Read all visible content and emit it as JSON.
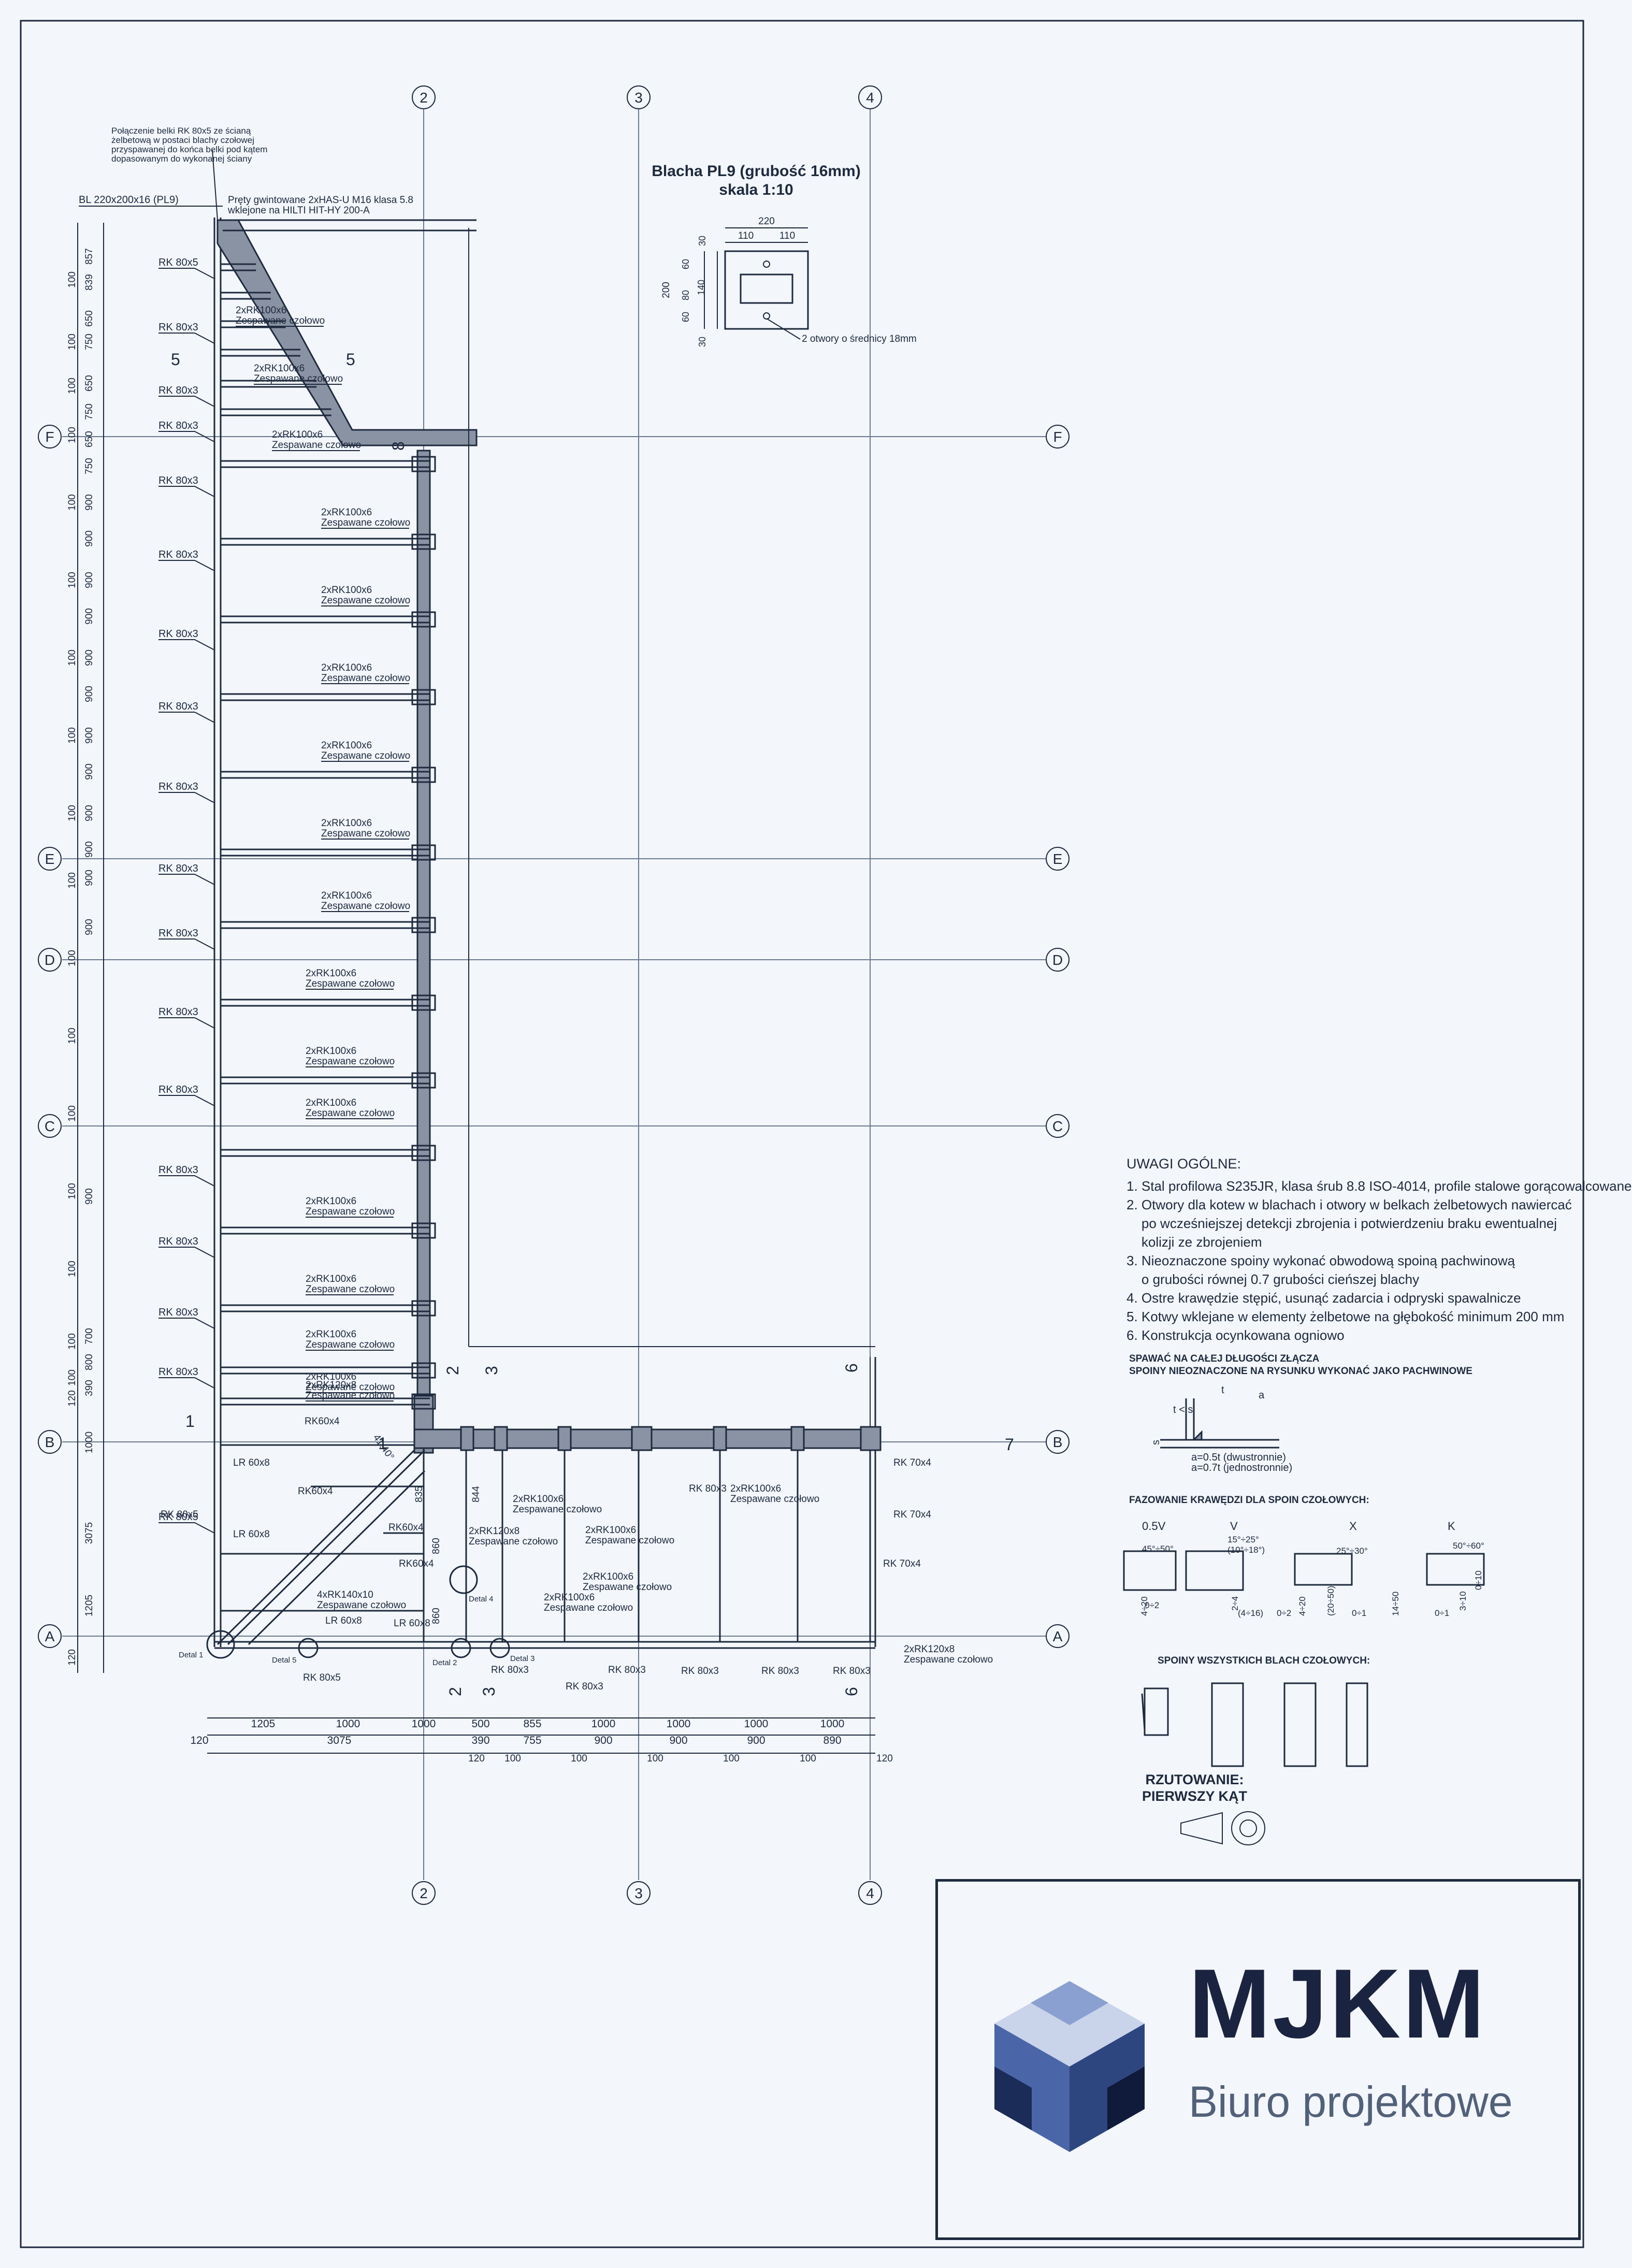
{
  "drawing": {
    "grid_axes_vertical": [
      "2",
      "3",
      "4"
    ],
    "grid_axes_horizontal": [
      "F",
      "E",
      "D",
      "C",
      "B",
      "A"
    ],
    "colors": {
      "ink": "#1e2a3e",
      "background": "#f3f6fb",
      "grid": "#6b7a90",
      "steel_fill": "#8a93a3",
      "brand_dark": "#1a2440",
      "brand_gray": "#52617a"
    },
    "annotations": {
      "connection_note": [
        "Połączenie belki RK 80x5 ze ścianą",
        "żelbetową w postaci blachy czołowej",
        "przyspawanej do końca belki pod kątem",
        "dopasowanym do wykonanej ściany"
      ],
      "plate_label": "BL 220x200x16 (PL9)",
      "rods_note": [
        "Pręty gwintowane 2xHAS-U M16 klasa 5.8",
        "wklejone na HILTI HIT-HY 200-A"
      ],
      "section_marks": [
        "5",
        "5",
        "8",
        "2",
        "3",
        "6",
        "1",
        "1",
        "7",
        "2",
        "3",
        "6"
      ],
      "details": [
        "Detal 1",
        "Detal 5",
        "Detal 2",
        "Detal 3",
        "Detal 4"
      ]
    },
    "left_member_labels": [
      "RK 80x5",
      "RK 80x3",
      "RK 80x3",
      "RK 80x3",
      "RK 80x3",
      "RK 80x3",
      "RK 80x3",
      "RK 80x3",
      "RK 80x3",
      "RK 80x3",
      "RK 80x3",
      "RK 80x3",
      "RK 80x3",
      "RK 80x3",
      "RK 80x3",
      "RK 80x3",
      "RK 80x3",
      "RK 80x5"
    ],
    "beam_labels": [
      [
        "2xRK100x6",
        "Zespawane czołowo"
      ],
      [
        "2xRK100x6",
        "Zespawane czołowo"
      ],
      [
        "2xRK100x6",
        "Zespawane czołowo"
      ],
      [
        "2xRK100x6",
        "Zespawane czołowo"
      ],
      [
        "2xRK100x6",
        "Zespawane czołowo"
      ],
      [
        "2xRK100x6",
        "Zespawane czołowo"
      ],
      [
        "2xRK100x6",
        "Zespawane czołowo"
      ],
      [
        "2xRK100x6",
        "Zespawane czołowo"
      ],
      [
        "2xRK100x6",
        "Zespawane czołowo"
      ],
      [
        "2xRK100x6",
        "Zespawane czołowo"
      ],
      [
        "2xRK100x6",
        "Zespawane czołowo"
      ],
      [
        "2xRK100x6",
        "Zespawane czołowo"
      ],
      [
        "2xRK100x6",
        "Zespawane czołowo"
      ],
      [
        "2xRK100x6",
        "Zespawane czołowo"
      ],
      [
        "2xRK100x6",
        "Zespawane czołowo"
      ],
      [
        "2xRK100x6",
        "Zespawane czołowo"
      ],
      [
        "2xRK120x8",
        "Zespawane czołowo"
      ]
    ],
    "lower_labels": [
      "RK60x4",
      "LR 60x8",
      "RK60x4",
      "LR 60x8",
      "RK60x4",
      "RK60x4",
      "4xRK140x10",
      "Zespawane czołowo",
      "LR 60x8",
      "LR 60x8",
      "2xRK100x6",
      "Zespawane czołowo",
      "2xRK120x8",
      "Zespawane czołowo",
      "2xRK100x6",
      "Zespawane czołowo",
      "2xRK100x6",
      "Zespawane czołowo",
      "2xRK100x6",
      "Zespawane czołowo",
      "2xRK100x6",
      "Zespawane czołowo",
      "RK 70x4",
      "RK 70x4",
      "RK 70x4",
      "2xRK120x8",
      "Zespawane czołowo",
      "RK 80x5",
      "RK 80x5",
      "RK 80x3",
      "RK 80x3",
      "RK 80x3",
      "RK 80x3",
      "RK 80x3",
      "RK 80x3",
      "RK 80x3",
      "41.40°"
    ],
    "left_dims_outer": [
      "100",
      "100",
      "100",
      "100",
      "100",
      "100",
      "100",
      "100",
      "100",
      "100",
      "100",
      "100",
      "100",
      "100",
      "100",
      "100",
      "100",
      "120",
      "120"
    ],
    "left_dims_inner": [
      "857",
      "839",
      "650",
      "750",
      "650",
      "750",
      "650",
      "750",
      "900",
      "900",
      "900",
      "900",
      "900",
      "900",
      "900",
      "900",
      "900",
      "900",
      "900",
      "900",
      "900",
      "700",
      "800",
      "390",
      "1000",
      "3075",
      "1205"
    ],
    "bottom_dims_row1": [
      "1205",
      "1000",
      "1000",
      "500",
      "855",
      "1000",
      "1000",
      "1000",
      "1000"
    ],
    "bottom_dims_row2": [
      "120",
      "3075",
      "390",
      "755",
      "900",
      "900",
      "900",
      "890"
    ],
    "bottom_dims_row3": [
      "120",
      "100",
      "100",
      "100",
      "100",
      "100",
      "120"
    ],
    "inner_dims": [
      "844",
      "835",
      "860",
      "860"
    ]
  },
  "plate_detail": {
    "title": "Blacha PL9 (grubość 16mm)",
    "scale": "skala 1:10",
    "width_total": "220",
    "width_halves": [
      "110",
      "110"
    ],
    "height_total": "200",
    "height_parts": [
      "30",
      "60",
      "80",
      "140",
      "60",
      "30"
    ],
    "hole_note": "2 otwory o średnicy 18mm"
  },
  "notes": {
    "title": "UWAGI OGÓLNE:",
    "items": [
      "1. Stal profilowa S235JR, klasa śrub 8.8 ISO-4014, profile stalowe gorącowalcowane",
      "2. Otwory dla kotew w blachach i otwory w belkach żelbetowych nawiercać",
      "    po wcześniejszej detekcji zbrojenia i potwierdzeniu braku ewentualnej",
      "    kolizji ze zbrojeniem",
      "3. Nieoznaczone spoiny wykonać obwodową spoiną pachwinową",
      "    o grubości równej 0.7 grubości cieńszej blachy",
      "4. Ostre krawędzie stępić, usunąć zadarcia i odpryski spawalnicze",
      "5. Kotwy wklejane w elementy żelbetowe na głębokość minimum 200 mm",
      "6. Konstrukcja ocynkowana ogniowo"
    ],
    "weld_note": [
      "SPAWAĆ NA CAŁEJ DŁUGOŚCI ZŁĄCZA",
      "SPOINY NIEOZNACZONE NA RYSUNKU WYKONAĆ JAKO PACHWINOWE"
    ],
    "weld_symbols": [
      "t < s",
      "t",
      "a",
      "s",
      "a=0.5t (dwustronnie)",
      "a=0.7t (jednostronnie)"
    ],
    "bevel_title": "FAZOWANIE KRAWĘDZI DLA SPOIN CZOŁOWYCH:",
    "bevel_types": [
      "0.5V",
      "V",
      "X",
      "K"
    ],
    "bevel_dims": [
      "45°÷50°",
      "0÷2",
      "4÷20",
      "15°÷25°",
      "(10°÷18°)",
      "2÷4",
      "(4÷16)",
      "0÷2",
      "4÷20",
      "(20÷50)",
      "25°÷30°",
      "0÷1",
      "14÷50",
      "50°÷60°",
      "0÷1",
      "3÷10",
      "0÷10"
    ],
    "plates_weld_title": "SPOINY WSZYSTKICH BLACH CZOŁOWYCH:",
    "projection_title": [
      "RZUTOWANIE:",
      "PIERWSZY KĄT"
    ]
  },
  "titleblock": {
    "brand": "MJKM",
    "subtitle": "Biuro projektowe",
    "logo_colors": [
      "#c9d3ea",
      "#8aa0d0",
      "#4a66a8",
      "#2e4680",
      "#1c2c58",
      "#101a3a"
    ]
  }
}
